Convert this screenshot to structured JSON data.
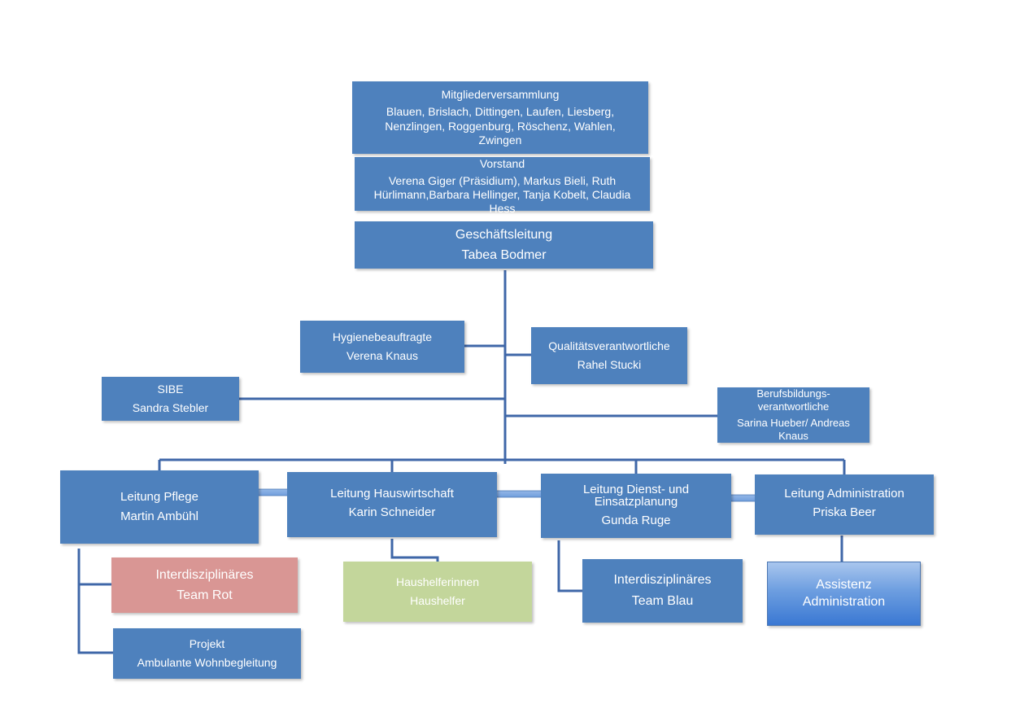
{
  "org": {
    "mitglieder": {
      "title": "Mitgliederversammlung",
      "lines": [
        "Blauen, Brislach, Dittingen, Laufen, Liesberg,",
        "Nenzlingen, Roggenburg, Röschenz, Wahlen,",
        "Zwingen"
      ]
    },
    "vorstand": {
      "title": "Vorstand",
      "lines": [
        "Verena Giger (Präsidium), Markus Bieli, Ruth",
        "Hürlimann,Barbara Hellinger, Tanja Kobelt, Claudia",
        "Hess"
      ]
    },
    "geschaeftsleitung": {
      "title": "Geschäftsleitung",
      "name": "Tabea Bodmer"
    },
    "hygiene": {
      "title": "Hygienebeauftragte",
      "name": "Verena Knaus"
    },
    "qualitaet": {
      "title": "Qualitätsverantwortliche",
      "name": "Rahel Stucki"
    },
    "sibe": {
      "title": "SIBE",
      "name": "Sandra Stebler"
    },
    "berufsbildung": {
      "title_lines": [
        "Berufsbildungs-",
        "verantwortliche"
      ],
      "name_lines": [
        "Sarina Hueber/ Andreas",
        "Knaus"
      ]
    },
    "pflege": {
      "title": "Leitung Pflege",
      "name": "Martin Ambühl"
    },
    "hauswirtschaft": {
      "title": "Leitung Hauswirtschaft",
      "name": "Karin Schneider"
    },
    "dienst": {
      "title_lines": [
        "Leitung Dienst- und",
        "Einsatzplanung"
      ],
      "name": "Gunda Ruge"
    },
    "administration": {
      "title": "Leitung  Administration",
      "name": "Priska Beer"
    },
    "team_rot": {
      "line1": "Interdisziplinäres",
      "line2": "Team Rot"
    },
    "projekt": {
      "line1": "Projekt",
      "line2": "Ambulante Wohnbegleitung"
    },
    "haushelfer": {
      "line1": "Haushelferinnen",
      "line2": "Haushelfer"
    },
    "team_blau": {
      "line1": "Interdisziplinäres",
      "line2": "Team Blau"
    },
    "assistenz": {
      "line1": "Assistenz",
      "line2": "Administration"
    }
  },
  "colors": {
    "box": "#4e81bd",
    "line": "#3f67a8",
    "team_rot": "#d99694",
    "haushelfer": "#c3d69b",
    "arrow": "#7ba3dd"
  }
}
